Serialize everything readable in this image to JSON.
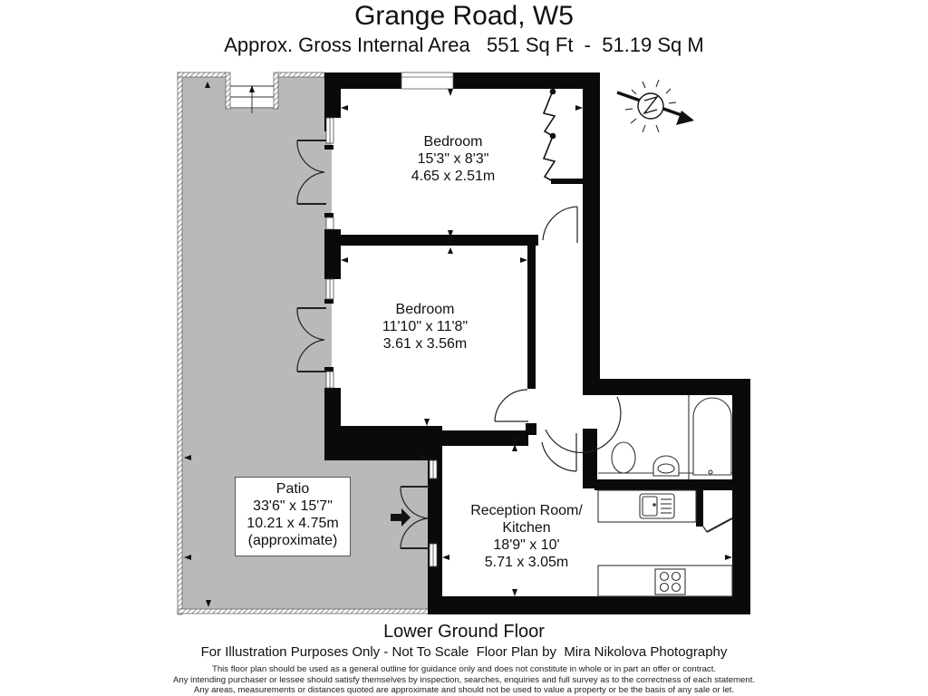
{
  "header": {
    "title": "Grange Road, W5",
    "area_line": "Approx. Gross Internal Area   551 Sq Ft  -  51.19 Sq M"
  },
  "rooms": [
    {
      "id": "bedroom-1",
      "name": "Bedroom",
      "imperial": "15'3\" x 8'3\"",
      "metric": "4.65 x 2.51m"
    },
    {
      "id": "bedroom-2",
      "name": "Bedroom",
      "imperial": "11'10\" x 11'8\"",
      "metric": "3.61 x 3.56m"
    },
    {
      "id": "reception-kitchen",
      "name_line1": "Reception Room/",
      "name_line2": "Kitchen",
      "imperial": "18'9\" x 10'",
      "metric": "5.71 x 3.05m"
    },
    {
      "id": "patio",
      "name": "Patio",
      "imperial": "33'6\" x 15'7\"",
      "metric": "10.21 x 4.75m",
      "note": "(approximate)"
    }
  ],
  "compass": {
    "icon": "north-compass-icon",
    "letter": "N"
  },
  "colors": {
    "wall": "#0a0a0a",
    "patio_fill": "#b9b9bc",
    "room_fill": "#ffffff",
    "hatch": "#777777"
  },
  "footer": {
    "floor_name": "Lower Ground Floor",
    "credit": "For Illustration Purposes Only - Not To Scale  Floor Plan by  Mira Nikolova Photography",
    "disclaimer": [
      "This floor plan should be used as a general outline for guidance only and does not constitute in whole or in part an offer or contract.",
      "Any intending purchaser or lessee should satisfy themselves by inspection, searches, enquiries and full survey as to the correctness of each statement.",
      "Any areas, measurements or distances quoted are approximate and should not be used to value a property or be the basis of any sale or let."
    ]
  }
}
